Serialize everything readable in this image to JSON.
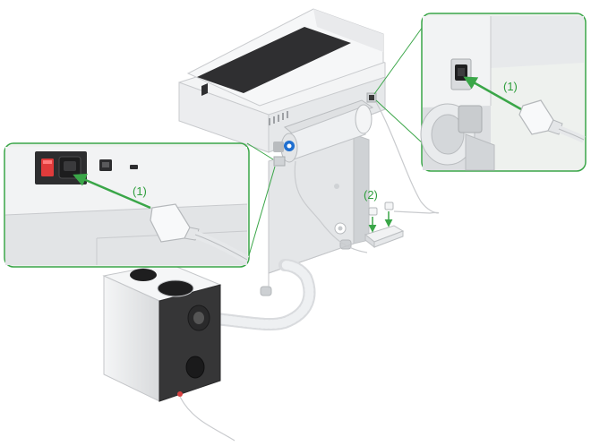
{
  "callouts": {
    "left_step": "(1)",
    "right_step": "(1)",
    "center_step": "(2)"
  },
  "colors": {
    "accent_green": "#3aa648",
    "callout_fill": "#eef1ee",
    "body_light": "#f1f2f3",
    "body_mid": "#d9dbde",
    "body_dark": "#3a3a3a"
  },
  "icons": {
    "left_panel": [
      "power-switch-icon",
      "power-inlet-icon",
      "lan-port-icon",
      "usb-port-icon",
      "power-plug-icon"
    ],
    "right_panel": [
      "power-inlet-icon",
      "power-plug-icon"
    ],
    "center": [
      "power-plug-icon",
      "power-plug-icon",
      "outlet-icon"
    ]
  }
}
